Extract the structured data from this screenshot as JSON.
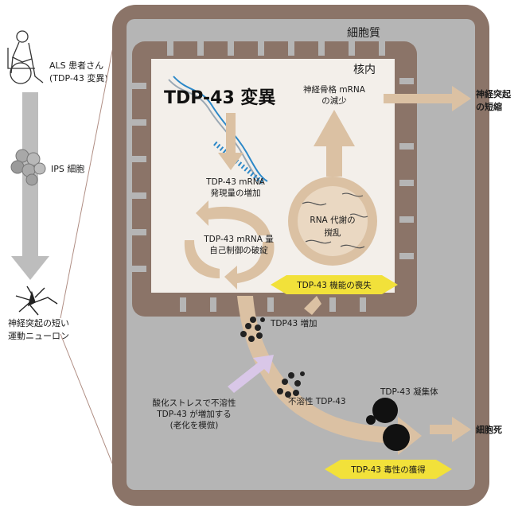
{
  "patient": {
    "line1": "ALS 患者さん",
    "line2": "(TDP-43 変異)"
  },
  "ips_label": "IPS 細胞",
  "neuron_label": {
    "line1": "神経突起の短い",
    "line2": "運動ニューロン"
  },
  "cytoplasm_label": "細胞質",
  "nucleus_label": "核内",
  "mutation_title": "TDP-43 変異",
  "mrna_increase": {
    "line1": "TDP-43 mRNA",
    "line2": "発現量の増加"
  },
  "autoregulation": {
    "line1": "TDP-43 mRNA 量",
    "line2": "自己制御の破綻"
  },
  "rna_metabolism": {
    "line1": "RNA 代謝の",
    "line2": "撹乱"
  },
  "nf_mrna": {
    "line1": "神経骨格 mRNA",
    "line2": "の減少"
  },
  "loss_of_function": "TDP-43 機能の喪失",
  "tdp43_increase": "TDP43 増加",
  "insoluble": "不溶性 TDP-43",
  "aggregate": "TDP-43 凝集体",
  "oxidative": {
    "line1": "酸化ストレスで不溶性",
    "line2": "TDP-43 が増加する",
    "line3": "(老化を模倣)"
  },
  "gain_of_toxicity": "TDP-43 毒性の獲得",
  "outcome_neurite": {
    "line1": "神経突起",
    "line2": "の短縮"
  },
  "outcome_death": "細胞死",
  "colors": {
    "wall": "#8b7468",
    "cytoplasm": "#b5b5b5",
    "nucleus": "#f3efea",
    "tan_arrow": "#dbc1a3",
    "yellow": "#f2e13a",
    "lavender": "#d9c7e8"
  }
}
